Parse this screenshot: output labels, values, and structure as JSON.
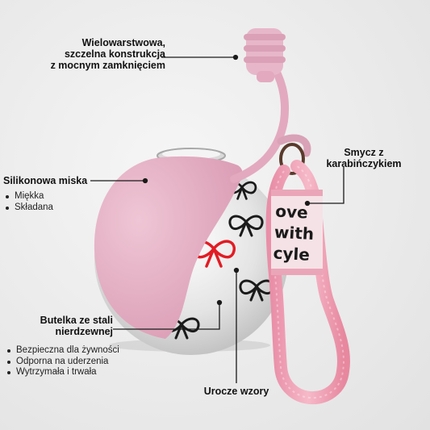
{
  "callouts": {
    "lid": {
      "line1": "Wielowarstwowa,",
      "line2": "szczelna konstrukcja",
      "line3": "z mocnym zamknięciem"
    },
    "bowl": {
      "title": "Silikonowa miska",
      "bullets": [
        "Miękka",
        "Składana"
      ]
    },
    "leash": {
      "line1": "Smycz z",
      "line2": "karabińczykiem"
    },
    "bottle": {
      "line1": "Butelka ze stali",
      "line2": "nierdzewnej",
      "bullets": [
        "Bezpieczna dla żywności",
        "Odporna na uderzenia",
        "Wytrzymała i trwała"
      ]
    },
    "patterns": {
      "title": "Urocze wzory"
    }
  },
  "strap_text": [
    "ove",
    "with",
    "cyle"
  ],
  "colors": {
    "silicone_pink": "#e7b7c9",
    "strap_pink": "#ef9fb4",
    "bow_black": "#1a1a1a",
    "bow_red": "#e21c24",
    "text": "#111111"
  }
}
